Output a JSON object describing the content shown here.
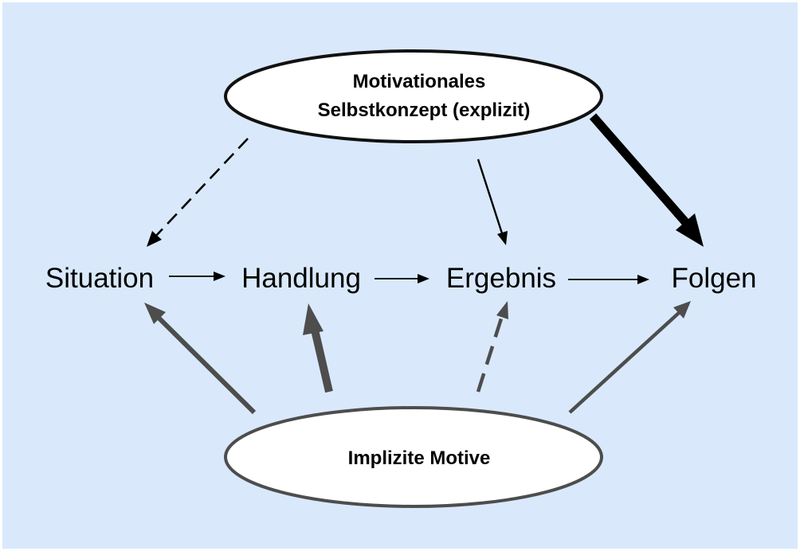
{
  "diagram": {
    "top_ellipse": {
      "line1": "Motivationales",
      "line2": "Selbstkonzept (explizit)"
    },
    "bottom_ellipse": {
      "label": "Implizite Motive"
    },
    "chain": [
      {
        "label": "Situation"
      },
      {
        "label": "Handlung"
      },
      {
        "label": "Ergebnis"
      },
      {
        "label": "Folgen"
      }
    ]
  },
  "colors": {
    "background": "#d9e9fb",
    "border": "#ffffff",
    "ellipse_fill": "#ffffff",
    "ellipse_stroke_top": "#111111",
    "ellipse_stroke_bottom": "#4d4d4d",
    "explicit_arrow": "#000000",
    "implicit_arrow": "#4d4d4d"
  }
}
